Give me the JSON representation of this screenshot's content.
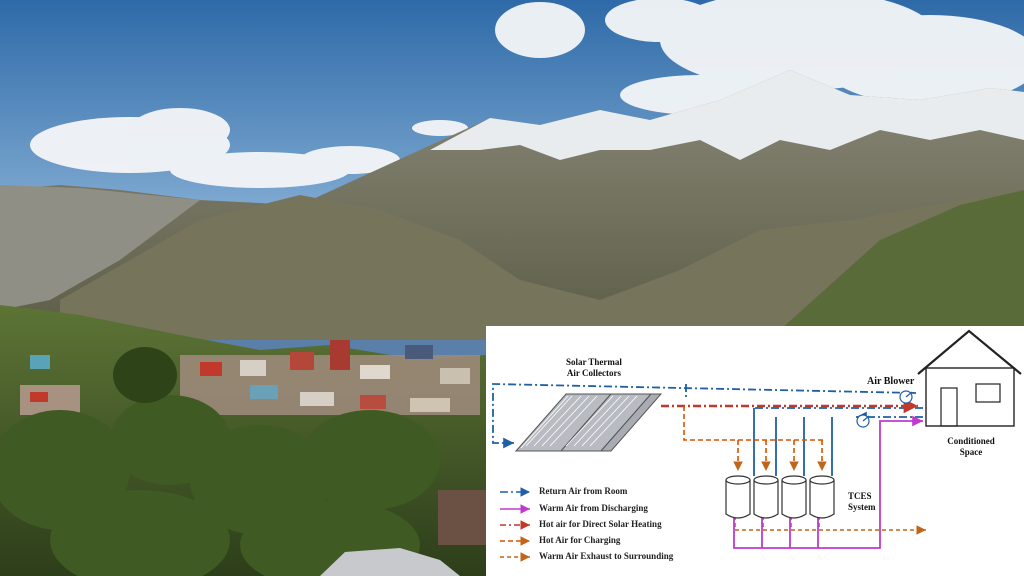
{
  "diagram": {
    "collector_label": "Solar Thermal\nAir Collectors",
    "blower_label": "Air Blower",
    "space_label": "Conditioned\nSpace",
    "tces_label": "TCES\nSystem",
    "legend": [
      {
        "label": "Return Air from Room",
        "color": "#1f5fa8",
        "dash": "8,3,2,3"
      },
      {
        "label": "Warm Air from Discharging",
        "color": "#c03acd",
        "dash": ""
      },
      {
        "label": "Hot air for Direct Solar Heating",
        "color": "#c0392b",
        "dash": "6,3,2,3"
      },
      {
        "label": "Hot Air for Charging",
        "color": "#d35400",
        "dash": "5,3"
      },
      {
        "label": "Warm Air Exhaust to Surrounding",
        "color": "#c0651a",
        "dash": "4,3"
      }
    ]
  },
  "colors": {
    "return": "#1f5fa8",
    "discharge": "#c03acd",
    "direct": "#c0392b",
    "charge": "#d35400",
    "exhaust": "#c0651a"
  }
}
